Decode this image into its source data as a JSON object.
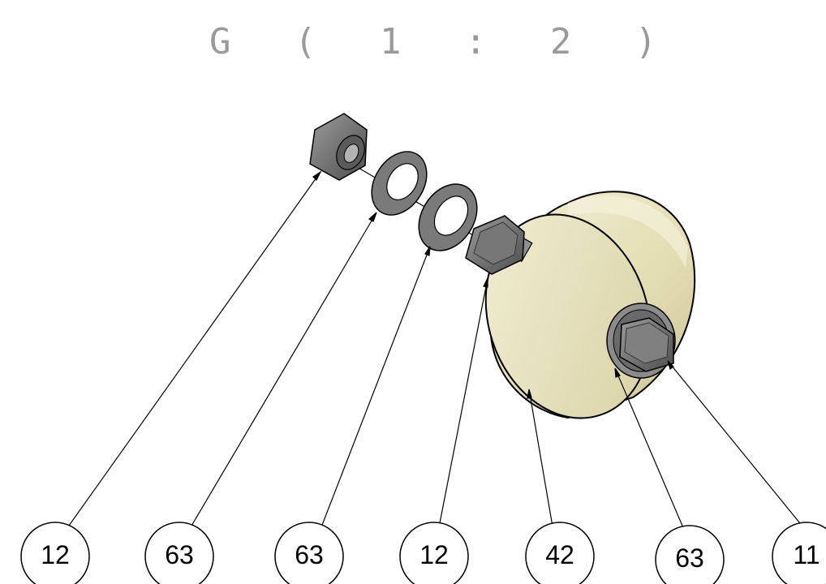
{
  "view_title": "G ( 1 : 2 )",
  "balloons": [
    {
      "label": "12",
      "part": "hex-nut-top"
    },
    {
      "label": "63",
      "part": "washer-left"
    },
    {
      "label": "63",
      "part": "washer-right"
    },
    {
      "label": "12",
      "part": "hex-nut-middle"
    },
    {
      "label": "42",
      "part": "wheel"
    },
    {
      "label": "63",
      "part": "washer-behind-bolt"
    },
    {
      "label": "11",
      "part": "hex-bolt"
    }
  ],
  "colors": {
    "wheel": "#e6e1b8",
    "steel": "#6f6f6f",
    "title": "#9a9a9a"
  }
}
